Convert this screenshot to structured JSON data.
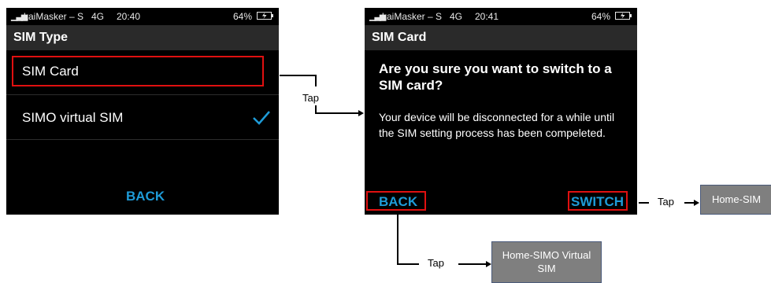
{
  "screen1": {
    "status": {
      "carrier": "kaiMasker – S",
      "network": "4G",
      "time": "20:40",
      "battery": "64%"
    },
    "title": "SIM Type",
    "options": [
      {
        "label": "SIM Card"
      },
      {
        "label": "SIMO virtual SIM"
      }
    ],
    "back_label": "BACK"
  },
  "screen2": {
    "status": {
      "carrier": "kaiMasker – S",
      "network": "4G",
      "time": "20:41",
      "battery": "64%"
    },
    "title": "SIM Card",
    "question": "Are you sure you want to switch to a SIM card?",
    "message": "Your device will be disconnected for a while until the SIM setting process has been compeleted.",
    "back_label": "BACK",
    "switch_label": "SWITCH"
  },
  "annotations": {
    "tap1": "Tap",
    "tap2": "Tap",
    "tap3": "Tap",
    "home_sim": "Home-SIM",
    "home_simo": "Home-SIMO Virtual SIM"
  },
  "colors": {
    "accent": "#1e9bd7",
    "highlight": "#e01010",
    "gray_box": "#7f7f7f"
  }
}
